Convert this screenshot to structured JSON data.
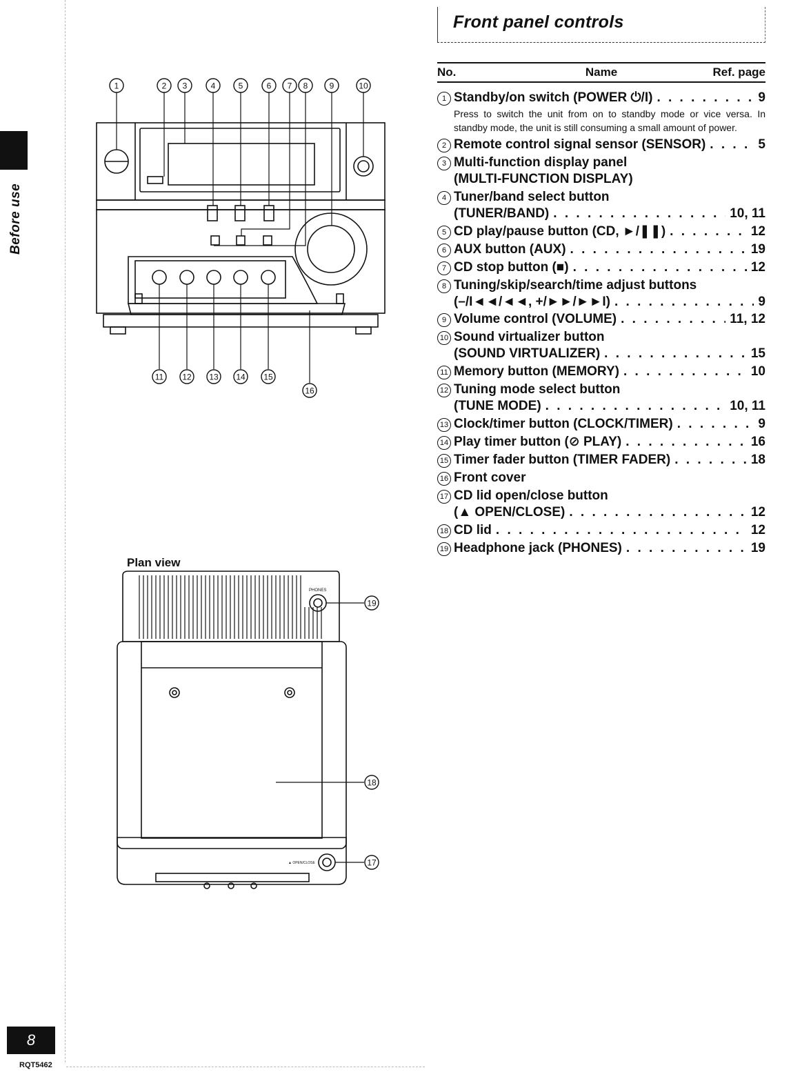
{
  "side_label": "Before use",
  "page_number": "8",
  "doc_code": "RQT5462",
  "section_title": "Front panel controls",
  "table": {
    "header": {
      "no": "No.",
      "name": "Name",
      "ref": "Ref. page"
    },
    "items": [
      {
        "num": "1",
        "name": "Standby/on switch (POWER ⏻/I)",
        "ref": "9",
        "desc": "Press to switch the unit from on to standby mode or vice versa. In standby mode, the unit is still consuming a small amount of power."
      },
      {
        "num": "2",
        "name": "Remote control signal sensor (SENSOR)",
        "ref": "5"
      },
      {
        "num": "3",
        "name": "Multi-function display panel",
        "name2": "(MULTI-FUNCTION DISPLAY)",
        "ref": ""
      },
      {
        "num": "4",
        "name": "Tuner/band select button",
        "name2": "(TUNER/BAND)",
        "ref": "10, 11"
      },
      {
        "num": "5",
        "name": "CD play/pause button (CD, ►/❚❚)",
        "ref": "12"
      },
      {
        "num": "6",
        "name": "AUX button (AUX)",
        "ref": "19"
      },
      {
        "num": "7",
        "name": "CD stop button (■)",
        "ref": "12"
      },
      {
        "num": "8",
        "name": "Tuning/skip/search/time adjust buttons",
        "name2": "(–/I◄◄/◄◄, +/►►/►►I)",
        "ref": "9"
      },
      {
        "num": "9",
        "name": "Volume control (VOLUME)",
        "ref": "11, 12"
      },
      {
        "num": "10",
        "name": "Sound virtualizer button",
        "name2": "(SOUND VIRTUALIZER)",
        "ref": "15"
      },
      {
        "num": "11",
        "name": "Memory button (MEMORY)",
        "ref": "10"
      },
      {
        "num": "12",
        "name": "Tuning mode select button",
        "name2": "(TUNE MODE)",
        "ref": "10, 11"
      },
      {
        "num": "13",
        "name": "Clock/timer button (CLOCK/TIMER)",
        "ref": "9"
      },
      {
        "num": "14",
        "name": "Play timer button (⊘ PLAY)",
        "ref": "16"
      },
      {
        "num": "15",
        "name": "Timer fader button (TIMER FADER)",
        "ref": "18"
      },
      {
        "num": "16",
        "name": "Front cover",
        "ref": ""
      },
      {
        "num": "17",
        "name": "CD lid open/close button",
        "name2": "(▲ OPEN/CLOSE)",
        "ref": "12"
      },
      {
        "num": "18",
        "name": "CD lid",
        "ref": "12"
      },
      {
        "num": "19",
        "name": "Headphone jack (PHONES)",
        "ref": "19"
      }
    ]
  },
  "plan_view_label": "Plan view",
  "front_callouts": [
    "1",
    "2",
    "3",
    "4",
    "5",
    "6",
    "7",
    "8",
    "9",
    "10",
    "11",
    "12",
    "13",
    "14",
    "15",
    "16"
  ],
  "plan_callouts": [
    "19",
    "18",
    "17"
  ],
  "plan_text": {
    "phones": "PHONES",
    "open_close": "▲ OPEN/CLOSE"
  }
}
